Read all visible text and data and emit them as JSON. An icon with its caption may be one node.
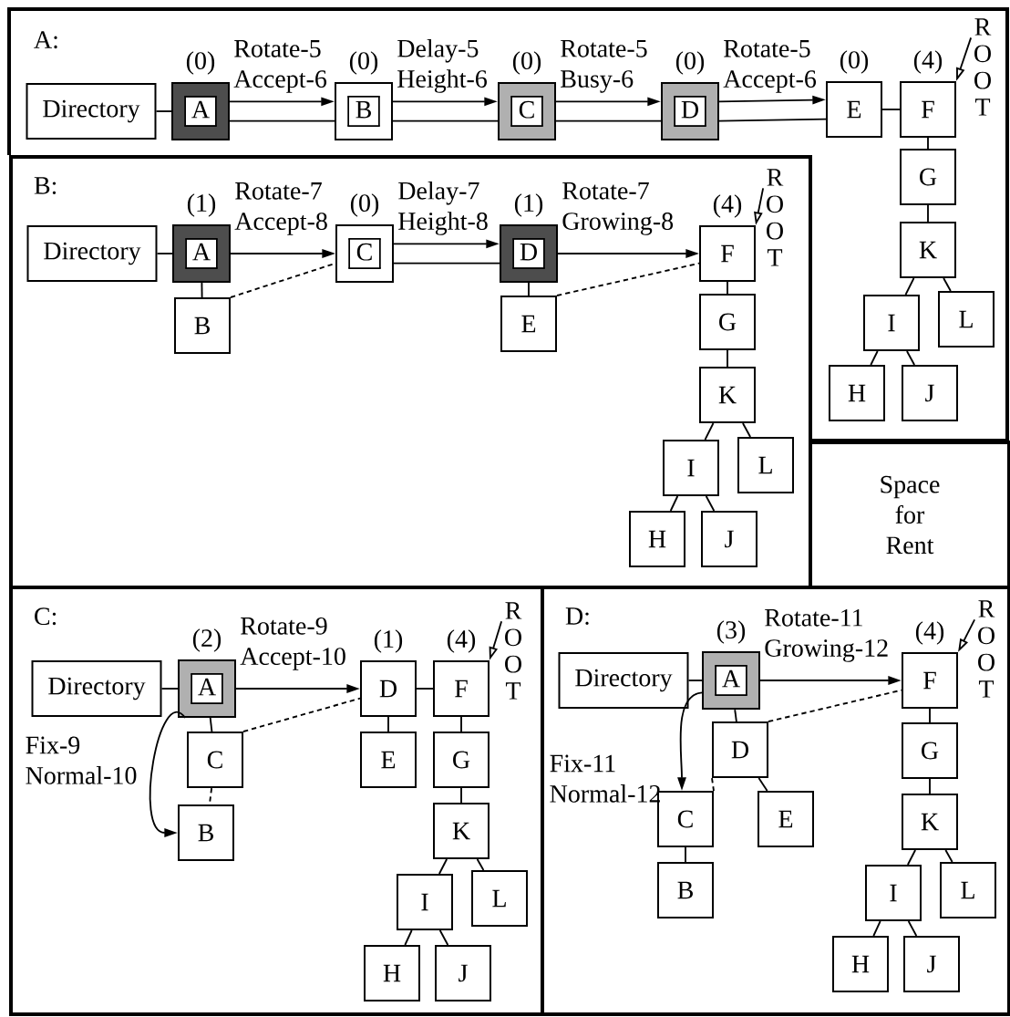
{
  "diagram": {
    "nodes": [
      {
        "text": [
          "A:"
        ]
      },
      {
        "text": [
          "Directory"
        ],
        "in": 0
      },
      {
        "text": [
          "A"
        ],
        "in": 0,
        "beside": [
          "(0)"
        ]
      },
      {
        "text": [
          "B"
        ],
        "in": 0,
        "beside": [
          "(0)"
        ]
      },
      {
        "text": [
          "C"
        ],
        "in": 0,
        "beside": [
          "(0)"
        ]
      },
      {
        "text": [
          "D"
        ],
        "in": 0,
        "beside": [
          "(0)"
        ]
      },
      {
        "text": [
          "E"
        ],
        "in": 0,
        "beside": [
          "(0)"
        ]
      },
      {
        "text": [
          "F"
        ],
        "in": 0,
        "beside": [
          "(4)"
        ]
      },
      {
        "text": [
          "ROOT"
        ],
        "in": 0
      },
      {
        "text": [
          "G"
        ]
      },
      {
        "text": [
          "K"
        ]
      },
      {
        "text": [
          "I"
        ]
      },
      {
        "text": [
          "L"
        ]
      },
      {
        "text": [
          "H"
        ]
      },
      {
        "text": [
          "J"
        ]
      },
      {
        "text": [
          "B:"
        ]
      },
      {
        "text": [
          "Directory"
        ],
        "in": 15
      },
      {
        "text": [
          "A"
        ],
        "in": 15,
        "beside": [
          "(1)"
        ]
      },
      {
        "text": [
          "C"
        ],
        "in": 15,
        "beside": [
          "(0)"
        ]
      },
      {
        "text": [
          "D"
        ],
        "in": 15,
        "beside": [
          "(1)"
        ]
      },
      {
        "text": [
          "F"
        ],
        "in": 15,
        "beside": [
          "(4)"
        ]
      },
      {
        "text": [
          "ROOT"
        ],
        "in": 15
      },
      {
        "text": [
          "B"
        ],
        "in": 15
      },
      {
        "text": [
          "E"
        ],
        "in": 15
      },
      {
        "text": [
          "G"
        ],
        "in": 15
      },
      {
        "text": [
          "K"
        ],
        "in": 15
      },
      {
        "text": [
          "I"
        ],
        "in": 15
      },
      {
        "text": [
          "L"
        ],
        "in": 15
      },
      {
        "text": [
          "H"
        ],
        "in": 15
      },
      {
        "text": [
          "J"
        ],
        "in": 15
      },
      {
        "text": [
          "Space for Rent"
        ]
      },
      {
        "text": [
          "C:"
        ]
      },
      {
        "text": [
          "Directory"
        ],
        "in": 31
      },
      {
        "text": [
          "A"
        ],
        "in": 31,
        "beside": [
          "(2)"
        ]
      },
      {
        "text": [
          "D"
        ],
        "in": 31,
        "beside": [
          "(1)"
        ]
      },
      {
        "text": [
          "F"
        ],
        "in": 31,
        "beside": [
          "(4)"
        ]
      },
      {
        "text": [
          "ROOT"
        ],
        "in": 31
      },
      {
        "text": [
          "C"
        ],
        "in": 31
      },
      {
        "text": [
          "E"
        ],
        "in": 31
      },
      {
        "text": [
          "G"
        ],
        "in": 31
      },
      {
        "text": [
          "B"
        ],
        "in": 31
      },
      {
        "text": [
          "K"
        ],
        "in": 31
      },
      {
        "text": [
          "I"
        ],
        "in": 31
      },
      {
        "text": [
          "L"
        ],
        "in": 31
      },
      {
        "text": [
          "H"
        ],
        "in": 31
      },
      {
        "text": [
          "J"
        ],
        "in": 31
      },
      {
        "text": [
          "D:"
        ]
      },
      {
        "text": [
          "Directory"
        ],
        "in": 46
      },
      {
        "text": [
          "A"
        ],
        "in": 46,
        "beside": [
          "(3)"
        ]
      },
      {
        "text": [
          "F"
        ],
        "in": 46,
        "beside": [
          "(4)"
        ]
      },
      {
        "text": [
          "ROOT"
        ],
        "in": 46
      },
      {
        "text": [
          "D"
        ],
        "in": 46
      },
      {
        "text": [
          "C"
        ],
        "in": 46
      },
      {
        "text": [
          "E"
        ],
        "in": 46
      },
      {
        "text": [
          "G"
        ],
        "in": 46
      },
      {
        "text": [
          "K"
        ],
        "in": 46
      },
      {
        "text": [
          "B"
        ],
        "in": 46
      },
      {
        "text": [
          "I"
        ],
        "in": 46
      },
      {
        "text": [
          "L"
        ],
        "in": 46
      },
      {
        "text": [
          "H"
        ],
        "in": 46
      },
      {
        "text": [
          "J"
        ],
        "in": 46
      }
    ],
    "edges": [
      {
        "from": 1,
        "to": 2,
        "arrow": "none"
      },
      {
        "from": 2,
        "to": 3,
        "arrow": "to",
        "label": "Rotate-5 Accept-6"
      },
      {
        "from": 2,
        "to": 3,
        "arrow": "none"
      },
      {
        "from": 3,
        "to": 4,
        "arrow": "to",
        "label": "Delay-5 Height-6"
      },
      {
        "from": 3,
        "to": 4,
        "arrow": "none"
      },
      {
        "from": 4,
        "to": 5,
        "arrow": "to",
        "label": "Rotate-5 Busy-6"
      },
      {
        "from": 4,
        "to": 5,
        "arrow": "none"
      },
      {
        "from": 5,
        "to": 6,
        "arrow": "to",
        "label": "Rotate-5 Accept-6"
      },
      {
        "from": 5,
        "to": 6,
        "arrow": "none"
      },
      {
        "from": 6,
        "to": 7,
        "arrow": "none"
      },
      {
        "from": 8,
        "to": 7,
        "arrow": "to"
      },
      {
        "from": 7,
        "to": 9,
        "arrow": "none"
      },
      {
        "from": 9,
        "to": 10,
        "arrow": "none"
      },
      {
        "from": 10,
        "to": 11,
        "arrow": "none"
      },
      {
        "from": 10,
        "to": 12,
        "arrow": "none"
      },
      {
        "from": 11,
        "to": 13,
        "arrow": "none"
      },
      {
        "from": 11,
        "to": 14,
        "arrow": "none"
      },
      {
        "from": 16,
        "to": 17,
        "arrow": "none"
      },
      {
        "from": 17,
        "to": 18,
        "arrow": "to",
        "label": "Rotate-7 Accept-8"
      },
      {
        "from": 18,
        "to": 19,
        "arrow": "to",
        "label": "Delay-7 Height-8"
      },
      {
        "from": 18,
        "to": 19,
        "arrow": "none"
      },
      {
        "from": 19,
        "to": 20,
        "arrow": "to",
        "label": "Rotate-7 Growing-8"
      },
      {
        "from": 21,
        "to": 20,
        "arrow": "to"
      },
      {
        "from": 17,
        "to": 22,
        "arrow": "none"
      },
      {
        "from": 22,
        "to": 18,
        "arrow": "none",
        "style": "dashed"
      },
      {
        "from": 19,
        "to": 23,
        "arrow": "none"
      },
      {
        "from": 23,
        "to": 20,
        "arrow": "none",
        "style": "dashed"
      },
      {
        "from": 20,
        "to": 24,
        "arrow": "none"
      },
      {
        "from": 24,
        "to": 25,
        "arrow": "none"
      },
      {
        "from": 25,
        "to": 26,
        "arrow": "none"
      },
      {
        "from": 25,
        "to": 27,
        "arrow": "none"
      },
      {
        "from": 26,
        "to": 28,
        "arrow": "none"
      },
      {
        "from": 26,
        "to": 29,
        "arrow": "none"
      },
      {
        "from": 32,
        "to": 33,
        "arrow": "none"
      },
      {
        "from": 33,
        "to": 34,
        "arrow": "to",
        "label": "Rotate-9 Accept-10"
      },
      {
        "from": 34,
        "to": 35,
        "arrow": "none"
      },
      {
        "from": 36,
        "to": 35,
        "arrow": "to"
      },
      {
        "from": 33,
        "to": 37,
        "arrow": "none"
      },
      {
        "from": 37,
        "to": 34,
        "arrow": "none",
        "style": "dashed"
      },
      {
        "from": 34,
        "to": 38,
        "arrow": "none"
      },
      {
        "from": 33,
        "to": 40,
        "arrow": "to",
        "label": "Fix-9 Normal-10"
      },
      {
        "from": 37,
        "to": 40,
        "arrow": "none",
        "style": "dashed"
      },
      {
        "from": 35,
        "to": 39,
        "arrow": "none"
      },
      {
        "from": 39,
        "to": 41,
        "arrow": "none"
      },
      {
        "from": 41,
        "to": 42,
        "arrow": "none"
      },
      {
        "from": 41,
        "to": 43,
        "arrow": "none"
      },
      {
        "from": 42,
        "to": 44,
        "arrow": "none"
      },
      {
        "from": 42,
        "to": 45,
        "arrow": "none"
      },
      {
        "from": 47,
        "to": 48,
        "arrow": "none"
      },
      {
        "from": 48,
        "to": 49,
        "arrow": "to",
        "label": "Rotate-11 Growing-12"
      },
      {
        "from": 50,
        "to": 49,
        "arrow": "to"
      },
      {
        "from": 48,
        "to": 51,
        "arrow": "none"
      },
      {
        "from": 51,
        "to": 49,
        "arrow": "none",
        "style": "dashed"
      },
      {
        "from": 48,
        "to": 52,
        "arrow": "to",
        "label": "Fix-11 Normal-12"
      },
      {
        "from": 51,
        "to": 52,
        "arrow": "none",
        "style": "dashed"
      },
      {
        "from": 51,
        "to": 53,
        "arrow": "none"
      },
      {
        "from": 52,
        "to": 56,
        "arrow": "none"
      },
      {
        "from": 49,
        "to": 54,
        "arrow": "none"
      },
      {
        "from": 54,
        "to": 55,
        "arrow": "none"
      },
      {
        "from": 55,
        "to": 57,
        "arrow": "none"
      },
      {
        "from": 55,
        "to": 58,
        "arrow": "none"
      },
      {
        "from": 57,
        "to": 59,
        "arrow": "none"
      },
      {
        "from": 57,
        "to": 60,
        "arrow": "none"
      }
    ]
  }
}
